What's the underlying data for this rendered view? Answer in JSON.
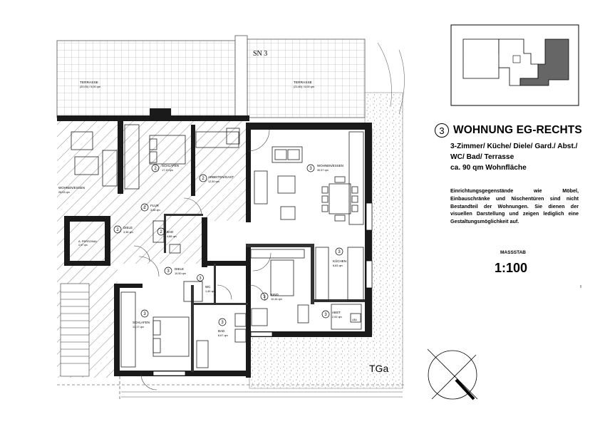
{
  "header": {
    "unit_number": "3",
    "title": "WOHNUNG EG-RECHTS",
    "room_lines": [
      "3-Zimmer/ Küche/ Diele/ Gard./ Abst./",
      "WC/ Bad/ Terrasse",
      "ca. 90 qm Wohnfläche"
    ]
  },
  "disclaimer": "Einrichtungsgegenstände wie Möbel, Einbauschränke und Nischentüren sind nicht Bestandteil der Wohnungen. Sie dienen der visuellen Darstellung und zeigen lediglich eine Gestaltungsmöglichkeit auf.",
  "scale": {
    "label": "MASSSTAB",
    "value": "1:100"
  },
  "plan": {
    "sn_label": "SN 3",
    "tga_label": "TGa",
    "terrace_left": {
      "name": "TERRASSE",
      "area": "(20,00) / 5,00 qm"
    },
    "terrace_right": {
      "name": "TERRASSE",
      "area": "(21,60) / 6,00 qm"
    },
    "rooms": {
      "wohnen_essen": {
        "num": "3",
        "name": "WOHNEN/ESSEN",
        "area": "30,57 qm"
      },
      "schlafen_top": {
        "num": "2",
        "name": "SCHLAFEN",
        "area": "17,10 qm"
      },
      "arbeiten": {
        "num": "2",
        "name": "ARBEITEN/GAST",
        "area": "12,50 qm"
      },
      "flur": {
        "num": "2",
        "name": "FLUR",
        "area": "3,08 qm"
      },
      "diele_left": {
        "num": "2",
        "name": "DIELE",
        "area": "3,36 qm"
      },
      "bad_mid": {
        "num": "2",
        "name": "BAD",
        "area": "4,88 qm"
      },
      "diele_main": {
        "num": "3",
        "name": "DIELE",
        "area": "10,50 qm"
      },
      "wc": {
        "num": "3",
        "name": "WC",
        "area": "1,40 qm"
      },
      "kueche": {
        "num": "3",
        "name": "KÜCHEN",
        "area": "8,83 qm"
      },
      "kind": {
        "num": "3",
        "name": "KIND",
        "area": "10,44 qm"
      },
      "abst": {
        "num": "3",
        "name": "ABST",
        "area": "2,00 qm"
      },
      "schlafen_bottom": {
        "num": "3",
        "name": "SCHLAFEN",
        "area": "13,17 qm"
      },
      "bad_bottom": {
        "num": "3",
        "name": "BAD",
        "area": "6,67 qm"
      },
      "neighbour_wohnen": {
        "name": "WOHNEN/ESSEN",
        "area": "28,53 qm"
      },
      "neighbour_abst": {
        "name": "A. PERSONAL",
        "area": "4,97 qm"
      }
    },
    "fixture_lba": "LBA"
  }
}
